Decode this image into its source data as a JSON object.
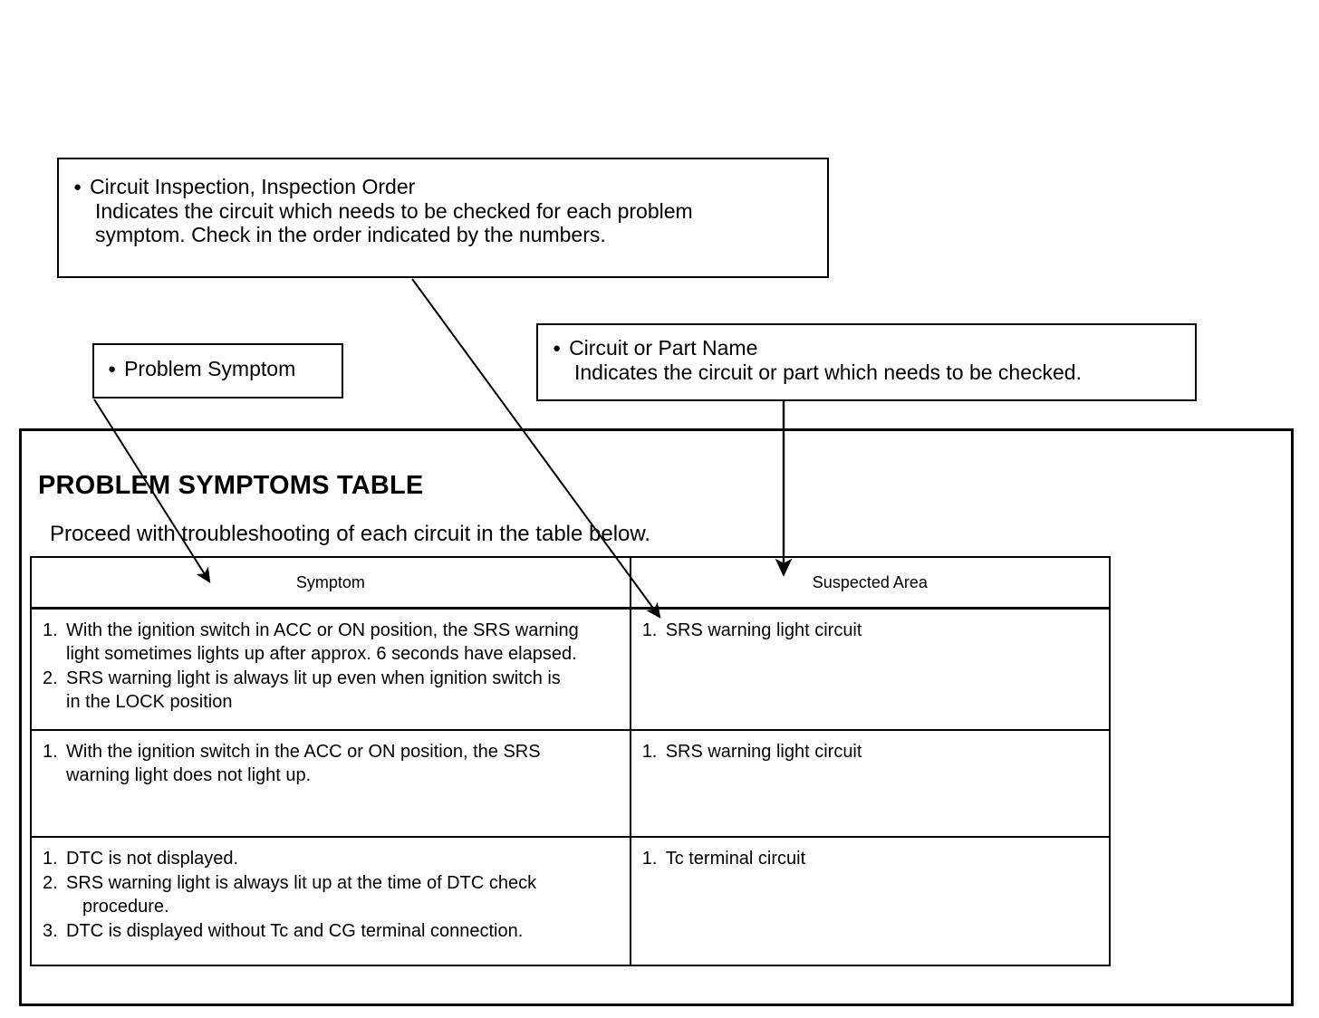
{
  "callouts": [
    {
      "id": "inspection-order",
      "bullet": "●",
      "heading": "Circuit Inspection, Inspection Order",
      "body_line_1": "Indicates the circuit which needs to be checked for each problem",
      "body_line_2": "symptom. Check in the order indicated by the numbers."
    },
    {
      "id": "problem-symptom",
      "bullet": "●",
      "heading": "Problem Symptom"
    },
    {
      "id": "circuit-part-name",
      "bullet": "●",
      "heading": "Circuit or Part Name",
      "body_line_1": "Indicates the circuit or part which needs to be checked."
    }
  ],
  "section": {
    "title": "PROBLEM SYMPTOMS TABLE",
    "intro": "Proceed with troubleshooting of each circuit in the table below."
  },
  "table": {
    "headers": {
      "symptom": "Symptom",
      "suspected_area": "Suspected Area"
    },
    "rows": [
      {
        "symptom_items": [
          {
            "num": "1.",
            "line_1": "With the ignition switch in  ACC or ON position, the SRS warning",
            "line_2": "light sometimes lights up after approx. 6 seconds have elapsed."
          },
          {
            "num": "2.",
            "line_1": "SRS warning light is always lit up even when ignition switch is",
            "line_2": "in the LOCK position"
          }
        ],
        "suspected_items": [
          {
            "num": "1.",
            "line_1": "SRS warning light circuit"
          }
        ],
        "suspected_valign": "top"
      },
      {
        "symptom_items": [
          {
            "num": "1.",
            "line_1": "With the ignition switch in the ACC or ON position, the SRS",
            "line_2": "warning light does not light up."
          }
        ],
        "suspected_items": [
          {
            "num": "1.",
            "line_1": "SRS warning light circuit"
          }
        ],
        "suspected_valign": "top"
      },
      {
        "symptom_items": [
          {
            "num": "1.",
            "line_1": "DTC is not displayed."
          },
          {
            "num": "2.",
            "line_1": "SRS warning light is always lit up at the time of DTC check",
            "line_2": "procedure."
          },
          {
            "num": "3.",
            "line_1": "DTC is displayed without Tc and CG terminal connection."
          }
        ],
        "suspected_items": [
          {
            "num": "1.",
            "line_1": "Tc terminal circuit"
          }
        ],
        "suspected_valign": "middle"
      }
    ]
  },
  "arrows": [
    {
      "name": "arrow-problem-symptom-to-symptom-header"
    },
    {
      "name": "arrow-inspection-order-to-suspected-cell"
    },
    {
      "name": "arrow-circuit-part-name-to-suspected-area-header"
    }
  ],
  "colors": {
    "ink": "#000000",
    "paper": "#ffffff"
  }
}
